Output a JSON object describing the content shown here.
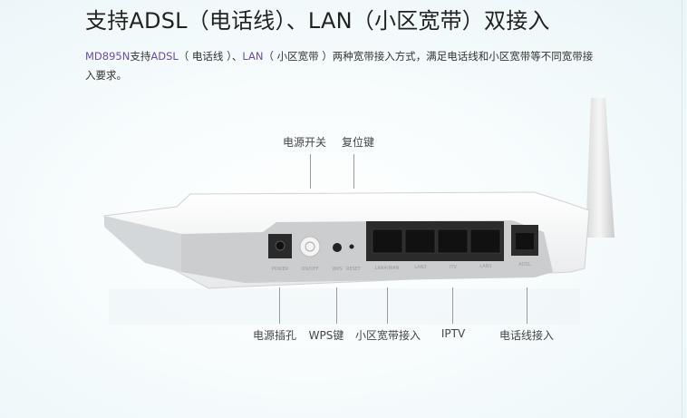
{
  "title": "支持ADSL（电话线）、LAN（小区宽带）双接入",
  "description": {
    "model": "MD895N",
    "t1": "支持",
    "adsl": "ADSL",
    "t2": "（ 电话线 ）、",
    "lan": "LAN",
    "t3": "（ 小区宽带 ）两种宽带接入方式，满足电话线和小区宽带等不同宽带接入要求。"
  },
  "callouts_top": {
    "power_switch": "电源开关",
    "reset_key": "复位键"
  },
  "callouts_bottom": {
    "power_jack": "电源插孔",
    "wps_key": "WPS键",
    "lan_access": "小区宽带接入",
    "iptv": "IPTV",
    "phone_access": "电话线接入"
  },
  "port_labels": {
    "power": "POWER",
    "onoff": "ON/OFF",
    "wps": "WPS",
    "reset": "RESET",
    "lan4": "LAN4/WAN",
    "lan3": "LAN3",
    "itv": "ITV",
    "lan1": "LAN1",
    "adsl": "ADSL"
  },
  "colors": {
    "highlight": "#6b4aa8"
  }
}
